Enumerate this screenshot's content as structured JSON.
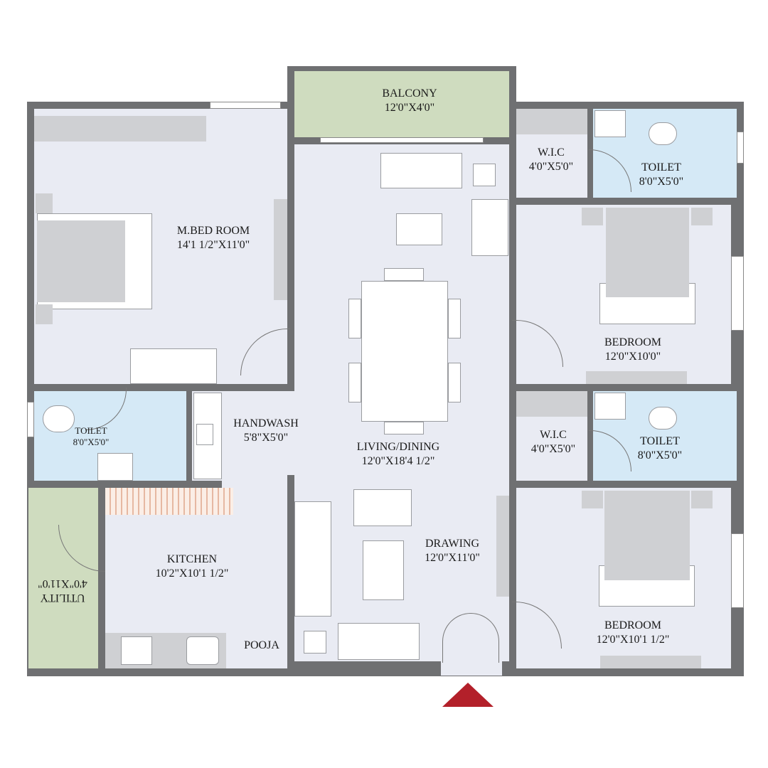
{
  "plan": {
    "rooms": {
      "balcony": {
        "name": "BALCONY",
        "size": "12'0\"X4'0\""
      },
      "master_bedroom": {
        "name": "M.BED ROOM",
        "size": "14'1 1/2\"X11'0\""
      },
      "wic_top": {
        "name": "W.I.C",
        "size": "4'0\"X5'0\""
      },
      "toilet_top": {
        "name": "TOILET",
        "size": "8'0\"X5'0\""
      },
      "bedroom_top": {
        "name": "BEDROOM",
        "size": "12'0\"X10'0\""
      },
      "toilet_left": {
        "name": "TOILET",
        "size": "8'0\"X5'0\""
      },
      "handwash": {
        "name": "HANDWASH",
        "size": "5'8\"X5'0\""
      },
      "living_dining": {
        "name": "LIVING/DINING",
        "size": "12'0\"X18'4 1/2\""
      },
      "wic_bottom": {
        "name": "W.I.C",
        "size": "4'0\"X5'0\""
      },
      "toilet_bottom": {
        "name": "TOILET",
        "size": "8'0\"X5'0\""
      },
      "kitchen": {
        "name": "KITCHEN",
        "size": "10'2\"X10'1 1/2\""
      },
      "utility": {
        "name": "UTILITY",
        "size": "4'0\"X11'0\""
      },
      "drawing": {
        "name": "DRAWING",
        "size": "12'0\"X11'0\""
      },
      "pooja": {
        "name": "POOJA"
      },
      "bedroom_bottom": {
        "name": "BEDROOM",
        "size": "12'0\"X10'1 1/2\""
      }
    },
    "colors": {
      "wall": "#6f7072",
      "room": "#e9ebf3",
      "wet": "#d5e9f6",
      "outdoor": "#cfdcbf",
      "entry": "#b3202a"
    }
  }
}
